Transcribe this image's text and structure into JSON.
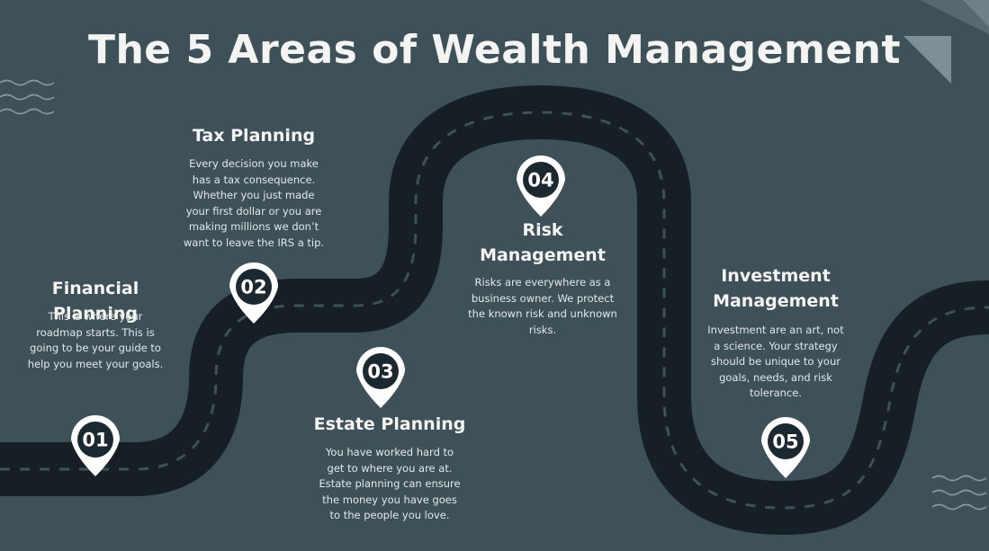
{
  "title": "The 5 Areas of Wealth Management",
  "colors": {
    "background": "#3e5058",
    "road": "#161f26",
    "road_dash": "#3e5058",
    "marker_fill": "#ffffff",
    "marker_inner": "#1c2830",
    "text": "#f4f4f2"
  },
  "steps": [
    {
      "number": "01",
      "heading": "Financial Planning",
      "body": "This is where your\nroadmap starts.  This is\ngoing to be your guide to\nhelp you meet your goals."
    },
    {
      "number": "02",
      "heading": "Tax Planning",
      "body": "Every decision you make\nhas a tax consequence.\nWhether you just made\nyour first dollar or you are\nmaking millions we don’t\nwant to leave the IRS a tip."
    },
    {
      "number": "03",
      "heading": "Estate Planning",
      "body": "You have worked hard to\nget to where you are at.\nEstate planning can ensure\nthe money you have goes\nto the people you love."
    },
    {
      "number": "04",
      "heading": "Risk\nManagement",
      "body": "Risks are everywhere as a\nbusiness owner. We protect\nthe known risk and unknown\nrisks."
    },
    {
      "number": "05",
      "heading": "Investment\nManagement",
      "body": "Investment are an art, not\na science. Your strategy\nshould be unique to your\ngoals, needs, and risk\ntolerance."
    }
  ]
}
